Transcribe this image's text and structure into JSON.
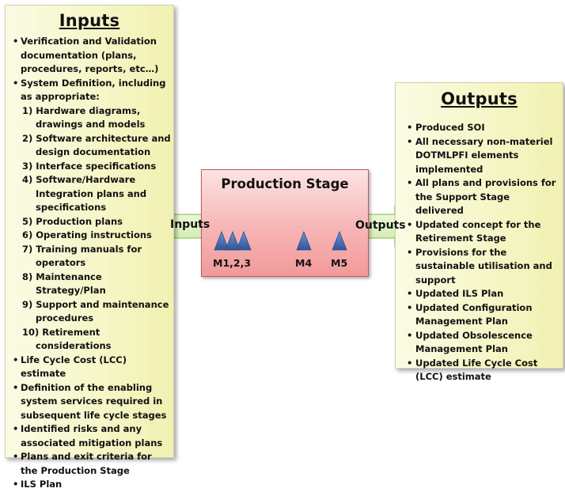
{
  "inputs": {
    "title": "Inputs",
    "items": [
      {
        "marker": "•",
        "text": "Verification and Validation documentation (plans, procedures, reports, etc…)"
      },
      {
        "marker": "•",
        "text": "System Definition, including as appropriate:"
      },
      {
        "marker": "",
        "text": "1) Hardware diagrams, drawings and models"
      },
      {
        "marker": "",
        "text": "2) Software architecture and design documentation"
      },
      {
        "marker": "",
        "text": "3) Interface specifications"
      },
      {
        "marker": "",
        "text": "4) Software/Hardware Integration plans and specifications"
      },
      {
        "marker": "",
        "text": "5) Production plans"
      },
      {
        "marker": "",
        "text": "6) Operating instructions"
      },
      {
        "marker": "",
        "text": "7) Training manuals for operators"
      },
      {
        "marker": "",
        "text": "8) Maintenance Strategy/Plan"
      },
      {
        "marker": "",
        "text": "9) Support and maintenance procedures"
      },
      {
        "marker": "",
        "text": "10)  Retirement considerations"
      },
      {
        "marker": "•",
        "text": "Life Cycle Cost (LCC) estimate"
      },
      {
        "marker": "•",
        "text": "Definition of the enabling system services required in subsequent life cycle stages"
      },
      {
        "marker": "•",
        "text": "Identified risks and any associated mitigation plans"
      },
      {
        "marker": "•",
        "text": "Plans and exit criteria for the Production Stage"
      },
      {
        "marker": "•",
        "text": "ILS Plan"
      }
    ]
  },
  "outputs": {
    "title": "Outputs",
    "items": [
      {
        "marker": "•",
        "text": "Produced SOI"
      },
      {
        "marker": "•",
        "text": "All necessary non-materiel DOTMLPFI elements implemented"
      },
      {
        "marker": "•",
        "text": "All plans and provisions for the Support Stage delivered"
      },
      {
        "marker": "•",
        "text": "Updated concept for the Retirement Stage"
      },
      {
        "marker": "•",
        "text": "Provisions for the sustainable utilisation and support"
      },
      {
        "marker": "•",
        "text": "Updated ILS Plan"
      },
      {
        "marker": "•",
        "text": "Updated Configuration Management Plan"
      },
      {
        "marker": "•",
        "text": "Updated Obsolescence Management Plan"
      },
      {
        "marker": "•",
        "text": "Updated Life Cycle Cost (LCC) estimate"
      }
    ]
  },
  "stage": {
    "title": "Production  Stage",
    "milestones": [
      "M1,2,3",
      "M4",
      "M5"
    ]
  },
  "arrows": {
    "in_label": "Inputs",
    "out_label": "Outputs"
  },
  "colors": {
    "panel_fill": "#f6f6c8",
    "stage_fill": "#f6b5b5",
    "arrow_fill": "#dff3c2",
    "milestone_fill": "#4472c4"
  }
}
